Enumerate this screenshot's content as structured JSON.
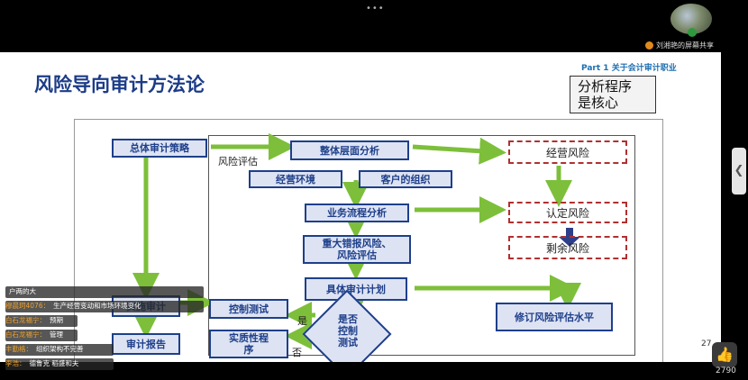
{
  "window": {
    "menu_dots": "•••"
  },
  "presenter": {
    "share_label": "刘湘艳的屏幕共享"
  },
  "slide": {
    "title": "风险导向审计方法论",
    "part_label": "Part 1 关于会计审计职业",
    "callout": [
      "分析程序",
      "是核心"
    ],
    "page_number": "27",
    "handwritten": {
      "risk_assess": "风险评估",
      "yes": "是",
      "no": "否"
    },
    "boxes": {
      "overall_strategy": "总体审计策略",
      "overall_analysis": "整体层面分析",
      "env": "经营环境",
      "client_org": "客户的组织",
      "process_analysis": "业务流程分析",
      "material_risk": [
        "重大错报风险、",
        "风险评估"
      ],
      "specific_plan": "具体审计计划",
      "revise": "修订风险评估水平",
      "audit_impl": "实施审计",
      "audit_report": "审计报告",
      "control_test": "控制测试",
      "substantive": [
        "实质性程",
        "序"
      ],
      "diamond": [
        "是否",
        "控制",
        "测试"
      ]
    },
    "risk_boxes": {
      "operating": "经营风险",
      "assessed": "认定风险",
      "residual": "剩余风险"
    }
  },
  "chat_messages": [
    {
      "name": "",
      "text": "户两的大"
    },
    {
      "name": "穆晨珂4076：",
      "text": "生产经营变动和市场环境变化"
    },
    {
      "name": "白石龙福宁：",
      "text": "预期"
    },
    {
      "name": "白石龙福宁：",
      "text": "管理"
    },
    {
      "name": "丰勤格：",
      "text": "组织架构不完善"
    },
    {
      "name": "李浩：",
      "text": "德鲁克    稻盛和夫"
    }
  ],
  "like_count": "2790",
  "colors": {
    "box_border": "#1e3f8a",
    "box_fill": "#dde3f3",
    "arrow_green": "#7dbf3a",
    "risk_red": "#b03030"
  }
}
